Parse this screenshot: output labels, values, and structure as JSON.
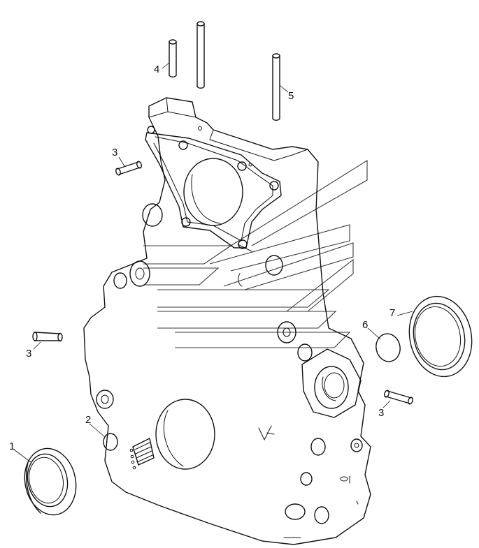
{
  "callouts": [
    {
      "id": "c1",
      "label": "1",
      "part": "seal-left"
    },
    {
      "id": "c2",
      "label": "2",
      "part": "housing"
    },
    {
      "id": "c3a",
      "label": "3",
      "part": "dowel-top-left"
    },
    {
      "id": "c3b",
      "label": "3",
      "part": "dowel-left"
    },
    {
      "id": "c3c",
      "label": "3",
      "part": "dowel-right"
    },
    {
      "id": "c4",
      "label": "4",
      "part": "stud-short"
    },
    {
      "id": "c5",
      "label": "5",
      "part": "stud-long"
    },
    {
      "id": "c6",
      "label": "6",
      "part": "plug-disc"
    },
    {
      "id": "c7",
      "label": "7",
      "part": "seal-right"
    }
  ],
  "colors": {
    "line": "#111111",
    "background": "#ffffff"
  }
}
